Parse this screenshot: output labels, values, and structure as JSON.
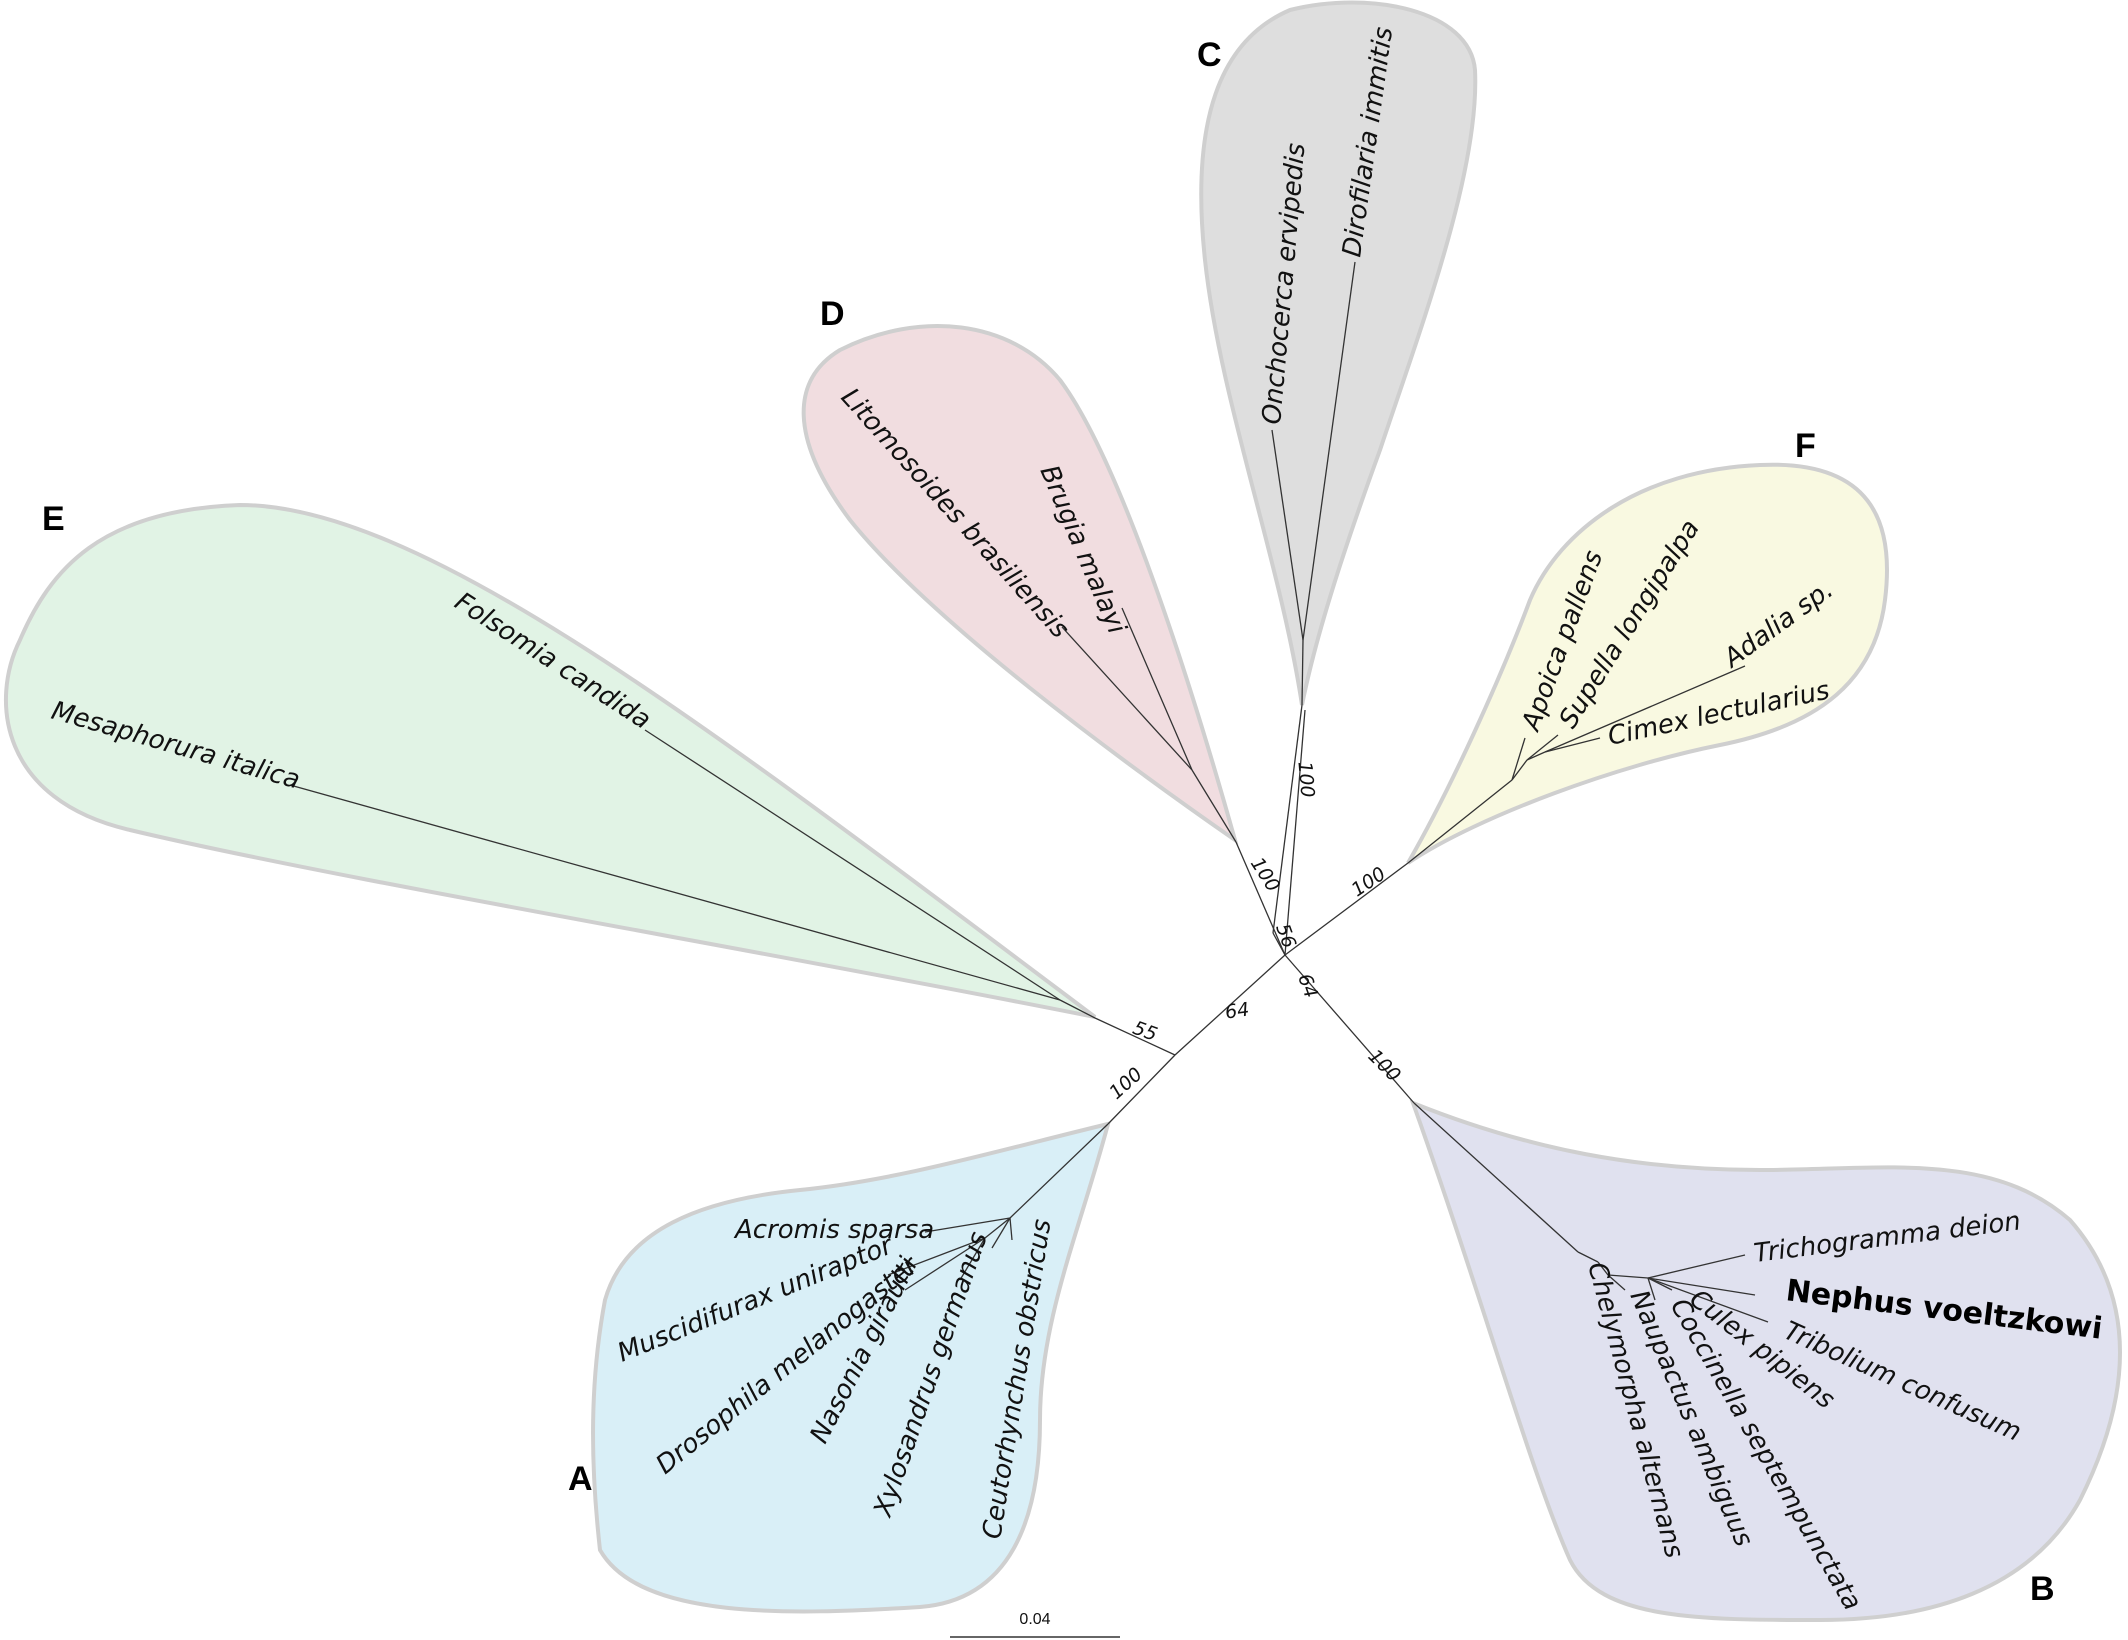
{
  "colors": {
    "clade_A": "#d9eff7",
    "clade_B": "#e0e1ef",
    "clade_C": "#dedede",
    "clade_D": "#f1dde0",
    "clade_E": "#e1f3e5",
    "clade_F": "#f9f9e1",
    "outline": "#cfcfcf",
    "branch": "#333333"
  },
  "clades": [
    {
      "id": "A",
      "label": "A"
    },
    {
      "id": "B",
      "label": "B"
    },
    {
      "id": "C",
      "label": "C"
    },
    {
      "id": "D",
      "label": "D"
    },
    {
      "id": "E",
      "label": "E"
    },
    {
      "id": "F",
      "label": "F"
    }
  ],
  "taxa": {
    "acromis_sparsa": "Acromis sparsa",
    "muscidifurax_uniraptor": "Muscidifurax uniraptor",
    "drosophila_melanogaster": "Drosophila melanogaster",
    "nasonia_giraulti": "Nasonia giraulti",
    "xylosandrus_germanus": "Xylosandrus germanus",
    "ceutorhynchus_obstricus": "Ceutorhynchus obstricus",
    "trichogramma_deion": "Trichogramma deion",
    "nephus_voeltzkowi": "Nephus voeltzkowi",
    "tribolium_confusum": "Tribolium confusum",
    "culex_pipiens": "Culex pipiens",
    "coccinella_septempunctata": "Coccinella septempunctata",
    "naupactus_ambiguus": "Naupactus ambiguus",
    "chelymorpha_alternans": "Chelymorpha alternans",
    "onchocerca_ervipedis": "Onchocerca ervipedis",
    "dirofilaria_immitis": "Dirofilaria immitis",
    "litomosoides_brasiliensis": "Litomosoides brasiliensis",
    "brugia_malayi": "Brugia malayi",
    "folsomia_candida": "Folsomia candida",
    "mesaphorura_italica": "Mesaphorura italica",
    "apoica_pallens": "Apoica pallens",
    "supella_longipalpa": "Supella longipalpa",
    "adalia_sp": "Adalia sp.",
    "cimex_lectularius": "Cimex lectularius"
  },
  "support": {
    "c_stem": "100",
    "d_stem": "100",
    "center_56": "56",
    "f_stem": "100",
    "center_64_right": "64",
    "center_64_left": "64",
    "e_stem": "55",
    "a_stem": "100",
    "b_stem": "100"
  },
  "scale_bar": {
    "label": "0.04"
  }
}
